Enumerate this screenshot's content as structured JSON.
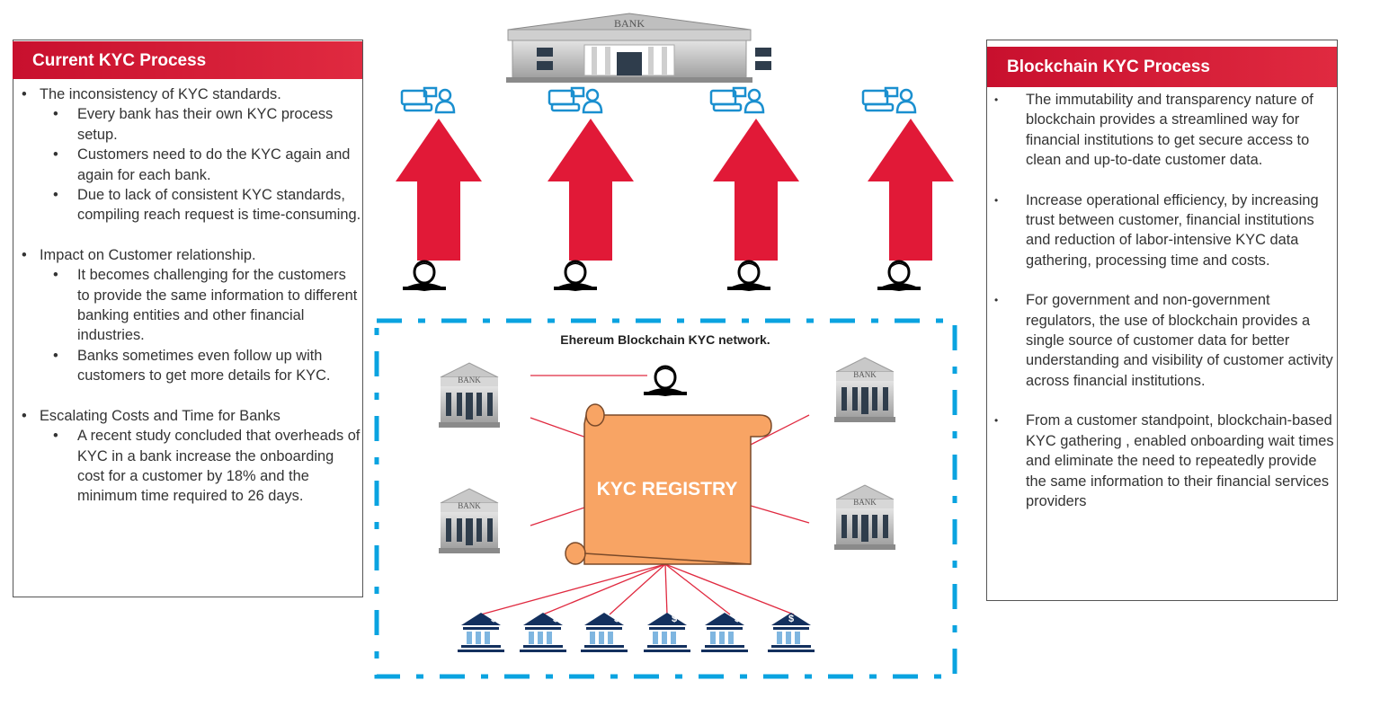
{
  "left_panel": {
    "title": "Current KYC Process",
    "sections": [
      {
        "heading": "The inconsistency of KYC standards.",
        "items": [
          "Every bank has their own KYC process setup.",
          "Customers need to do the KYC again and again for each bank.",
          "Due to lack of consistent KYC standards, compiling reach request is time-consuming."
        ]
      },
      {
        "heading": "Impact on Customer relationship.",
        "items": [
          "It becomes challenging for the customers to provide the same information to different banking entities and other financial industries.",
          "Banks sometimes even follow up with customers to get more details for KYC."
        ]
      },
      {
        "heading": "Escalating Costs and Time for Banks",
        "items": [
          "A recent study concluded that overheads of KYC in a bank increase the onboarding cost for a customer by 18% and the minimum time required to 26 days."
        ]
      }
    ]
  },
  "right_panel": {
    "title": "Blockchain KYC Process",
    "items": [
      "The immutability and transparency nature of blockchain provides a streamlined way for financial institutions to get secure access to clean and up-to-date customer data.",
      "Increase operational efficiency, by increasing trust between customer, financial institutions and reduction of labor-intensive KYC data gathering, processing time and costs.",
      "For government and non-government regulators, the use of blockchain provides a single source of customer data for better understanding and visibility of customer activity across financial institutions.",
      "From a customer standpoint, blockchain-based KYC gathering , enabled onboarding wait times and eliminate the need to repeatedly provide the same information to their financial services providers"
    ]
  },
  "diagram": {
    "bank_sign": "BANK",
    "network_label": "Ehereum Blockchain KYC network.",
    "registry_label": "KYC REGISTRY",
    "small_bank_sign": "BANK",
    "dollar_sign": "$",
    "colors": {
      "arrow": "#e11937",
      "dash": "#0aa3e0",
      "scroll": "#f8a464",
      "icon": "#1a8fcf",
      "navy": "#13305e",
      "light_blue": "#7fb6e0",
      "line": "#e02a40"
    }
  }
}
